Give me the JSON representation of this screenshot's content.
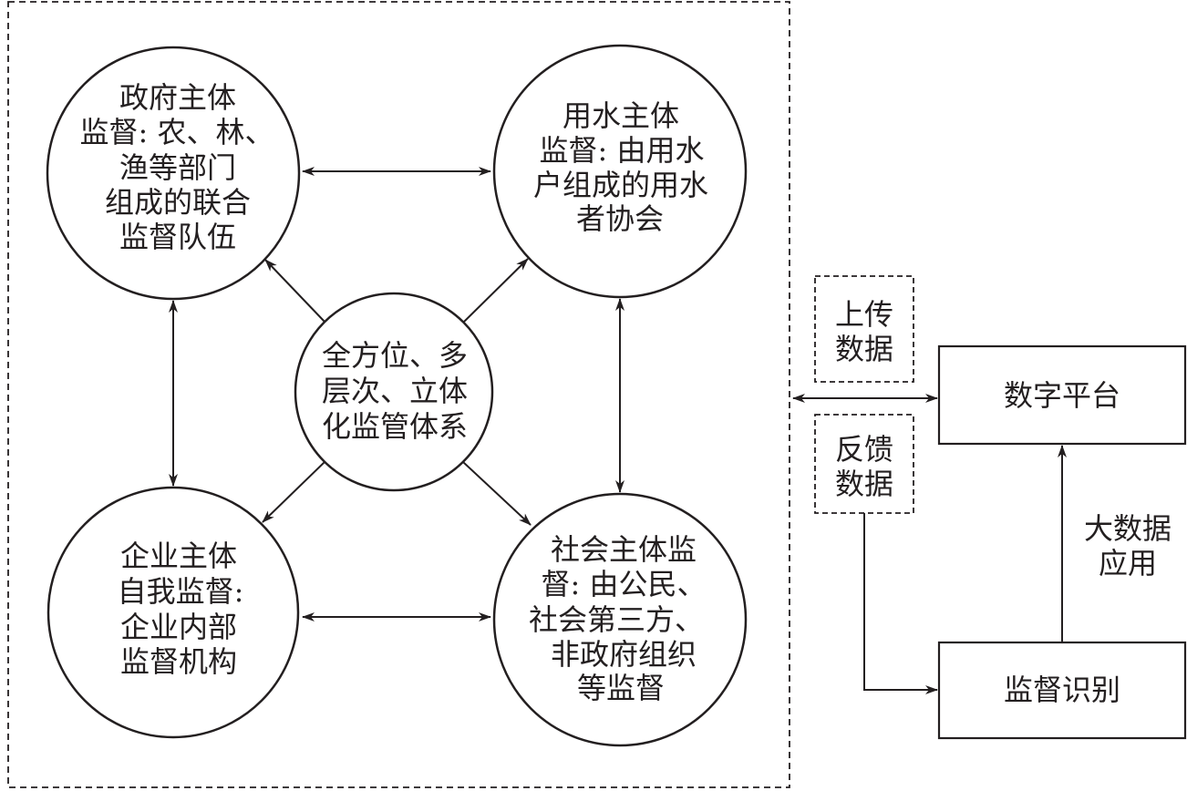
{
  "colors": {
    "ink": "#231f20",
    "background": "#ffffff"
  },
  "nodes": {
    "government": {
      "lines": [
        "政府主体",
        "监督: 农、林、",
        "渔等部门",
        "组成的联合",
        "监督队伍"
      ]
    },
    "water_users": {
      "lines": [
        "用水主体",
        "监督: 由用水",
        "户组成的用水",
        "者协会"
      ]
    },
    "core": {
      "lines": [
        "全方位、多",
        "层次、立体",
        "化监管体系"
      ]
    },
    "enterprise": {
      "lines": [
        "企业主体",
        "自我监督:",
        "企业内部",
        "监督机构"
      ]
    },
    "society": {
      "lines": [
        "社会主体监",
        "督: 由公民、",
        "社会第三方、",
        "非政府组织",
        "等监督"
      ]
    }
  },
  "flow": {
    "upload_data": {
      "lines": [
        "上传",
        "数据"
      ]
    },
    "feedback_data": {
      "lines": [
        "反馈",
        "数据"
      ]
    },
    "digital_platform": "数字平台",
    "supervision_identification": "监督识别",
    "big_data_application": {
      "lines": [
        "大数据",
        "应用"
      ]
    }
  }
}
